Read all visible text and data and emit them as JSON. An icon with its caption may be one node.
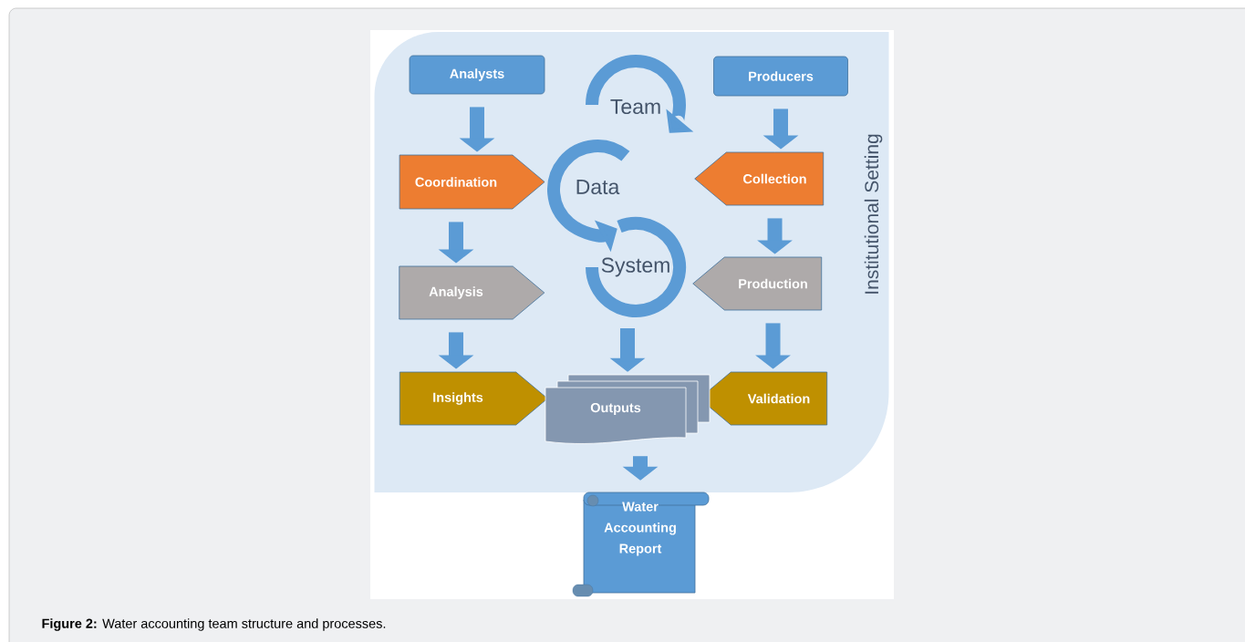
{
  "diagram": {
    "caption": "**Figure 2:** Water accounting team structure and processes.",
    "nodes": [
      {
        "text": [
          "Institutional Setting"
        ]
      },
      {
        "text": [
          "Analysts"
        ],
        "in": 0
      },
      {
        "text": [
          "Coordination"
        ],
        "in": 0
      },
      {
        "text": [
          "Analysis"
        ],
        "in": 0
      },
      {
        "text": [
          "Insights"
        ],
        "in": 0
      },
      {
        "text": [
          "Producers"
        ],
        "in": 0
      },
      {
        "text": [
          "Collection"
        ],
        "in": 0
      },
      {
        "text": [
          "Production"
        ],
        "in": 0
      },
      {
        "text": [
          "Validation"
        ],
        "in": 0
      },
      {
        "text": [
          "Outputs"
        ],
        "in": 0
      },
      {
        "text": [
          "Water Accounting Report"
        ]
      }
    ],
    "edges": [
      {
        "from": 1,
        "to": 2,
        "arrow": "to"
      },
      {
        "from": 2,
        "to": 3,
        "arrow": "to"
      },
      {
        "from": 3,
        "to": 4,
        "arrow": "to"
      },
      {
        "from": 5,
        "to": 6,
        "arrow": "to"
      },
      {
        "from": 6,
        "to": 7,
        "arrow": "to"
      },
      {
        "from": 7,
        "to": 8,
        "arrow": "to"
      },
      {
        "from": null,
        "to": 9,
        "arrow": "to"
      },
      {
        "from": 9,
        "to": 10,
        "arrow": "to"
      }
    ],
    "labels": [
      "Team",
      "Data",
      "System"
    ]
  }
}
